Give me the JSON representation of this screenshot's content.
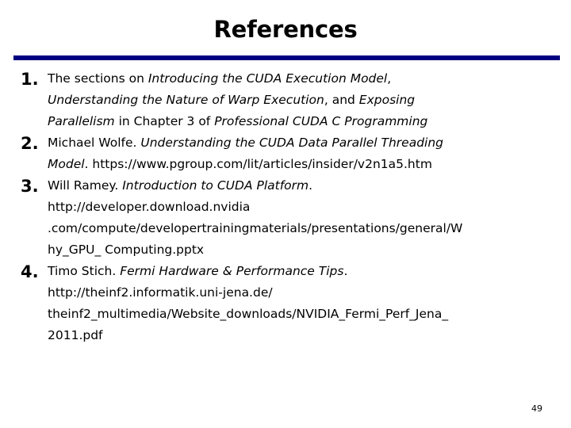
{
  "slide": {
    "title": "References",
    "rule_color": "#000080",
    "page_number": "49"
  },
  "references": [
    {
      "number": "1.",
      "lines": [
        [
          {
            "text": "The sections on ",
            "style": "normal"
          },
          {
            "text": "Introducing the CUDA Execution Model",
            "style": "italic"
          },
          {
            "text": ",",
            "style": "normal"
          }
        ],
        [
          {
            "text": "Understanding the Nature of Warp Execution",
            "style": "italic"
          },
          {
            "text": ", and ",
            "style": "normal"
          },
          {
            "text": "Exposing",
            "style": "italic"
          }
        ],
        [
          {
            "text": "Parallelism",
            "style": "italic"
          },
          {
            "text": " in Chapter 3 of ",
            "style": "normal"
          },
          {
            "text": "Professional CUDA C Programming",
            "style": "italic"
          }
        ]
      ]
    },
    {
      "number": "2.",
      "lines": [
        [
          {
            "text": "Michael Wolfe. ",
            "style": "normal"
          },
          {
            "text": "Understanding the CUDA Data Parallel Threading",
            "style": "italic"
          }
        ],
        [
          {
            "text": "Model",
            "style": "italic"
          },
          {
            "text": ". https://www.pgroup.com/lit/articles/insider/v2n1a5.htm",
            "style": "normal"
          }
        ]
      ]
    },
    {
      "number": "3.",
      "lines": [
        [
          {
            "text": "Will Ramey. ",
            "style": "normal"
          },
          {
            "text": "Introduction to CUDA Platform",
            "style": "italic"
          },
          {
            "text": ".",
            "style": "normal"
          }
        ],
        [
          {
            "text": "http://developer.download.nvidia",
            "style": "normal"
          }
        ],
        [
          {
            "text": ".com/compute/developertrainingmaterials/presentations/general/W",
            "style": "normal"
          }
        ],
        [
          {
            "text": "hy_GPU_ Computing.pptx",
            "style": "normal"
          }
        ]
      ]
    },
    {
      "number": "4.",
      "lines": [
        [
          {
            "text": "Timo Stich. ",
            "style": "normal"
          },
          {
            "text": "Fermi Hardware & Performance Tips",
            "style": "italic"
          },
          {
            "text": ".",
            "style": "normal"
          }
        ],
        [
          {
            "text": "http://theinf2.informatik.uni-jena.de/",
            "style": "normal"
          }
        ],
        [
          {
            "text": "theinf2_multimedia/Website_downloads/NVIDIA_Fermi_Perf_Jena_",
            "style": "normal"
          }
        ],
        [
          {
            "text": "2011.pdf",
            "style": "normal"
          }
        ]
      ]
    }
  ]
}
